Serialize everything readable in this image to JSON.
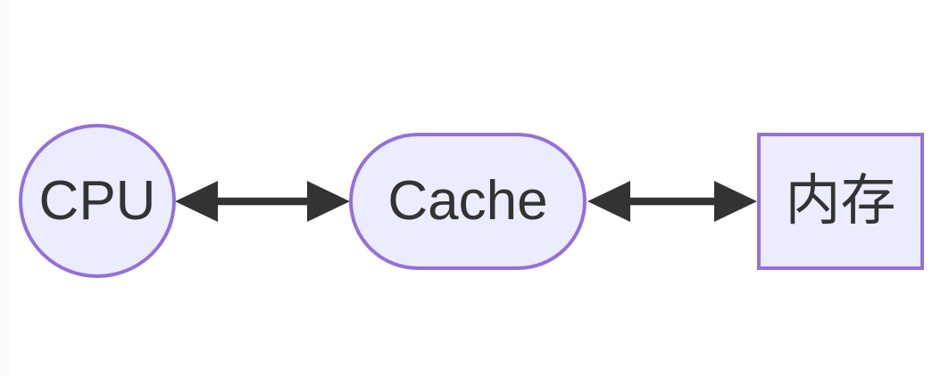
{
  "diagram": {
    "type": "flowchart",
    "direction": "left-to-right",
    "nodes": [
      {
        "id": "cpu",
        "label": "CPU",
        "shape": "circle"
      },
      {
        "id": "cache",
        "label": "Cache",
        "shape": "stadium"
      },
      {
        "id": "memory",
        "label": "内存",
        "shape": "rect"
      }
    ],
    "edges": [
      {
        "from": "cpu",
        "to": "cache",
        "direction": "bidirectional",
        "style": "solid-thick"
      },
      {
        "from": "cache",
        "to": "memory",
        "direction": "bidirectional",
        "style": "solid-thick"
      }
    ],
    "colors": {
      "node_fill": "#ECECFF",
      "node_border": "#9370DB",
      "text": "#333333",
      "arrow": "#333333",
      "background": "#ffffff"
    }
  }
}
